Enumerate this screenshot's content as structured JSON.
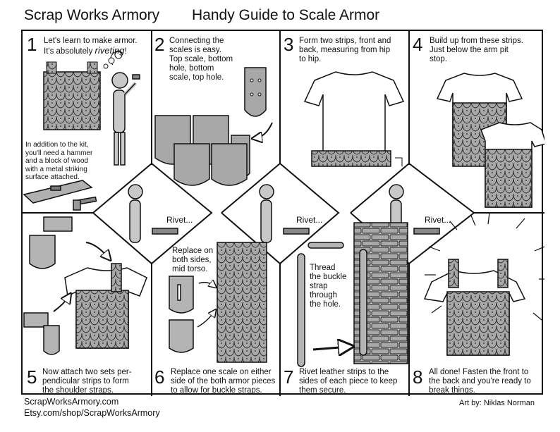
{
  "header": {
    "brand": "Scrap Works Armory",
    "title": "Handy Guide to Scale Armor"
  },
  "steps": [
    {
      "number": "1",
      "text_a": "Let's learn to make armor.",
      "text_b": "It's absolutely ",
      "text_em": "riveting",
      "text_c": "!",
      "note": "In addition to the kit,\nyou'll need a hammer\nand  a block of wood\nwith a metal striking\nsurface attached."
    },
    {
      "number": "2",
      "text": "Connecting the\nscales is easy.\nTop scale, bottom\nhole, bottom\nscale, top hole."
    },
    {
      "number": "3",
      "text": "Form two strips, front and\nback, measuring from hip\nto hip."
    },
    {
      "number": "4",
      "text": "Build up from these strips.\nJust below the arm pit\nstop."
    },
    {
      "number": "5",
      "text": "Now attach two sets per-\npendicular strips to form\nthe shoulder straps."
    },
    {
      "number": "6",
      "text": "Replace one scale on either\nside of the both armor pieces\nto allow for buckle straps.",
      "note": "Replace on\nboth sides,\nmid torso."
    },
    {
      "number": "7",
      "text": "Rivet leather strips to the\nsides of each piece to keep\nthem secure.",
      "note": "Thread\nthe buckle\nstrap\nthrough\nthe hole."
    },
    {
      "number": "8",
      "text": "All done!  Fasten the front to\nthe back and you're ready to\nbreak things."
    }
  ],
  "rivet_labels": [
    "Rivet...",
    "Rivet...",
    "Rivet..."
  ],
  "footer": {
    "website": "ScrapWorksArmory.com",
    "etsy": "Etsy.com/shop/ScrapWorksArmory",
    "credit": "Art by:  Niklas Norman"
  },
  "colors": {
    "scale": "#a8a8a8",
    "scale_dark": "#7d7d7d",
    "line": "#111111",
    "paper": "#ffffff"
  }
}
